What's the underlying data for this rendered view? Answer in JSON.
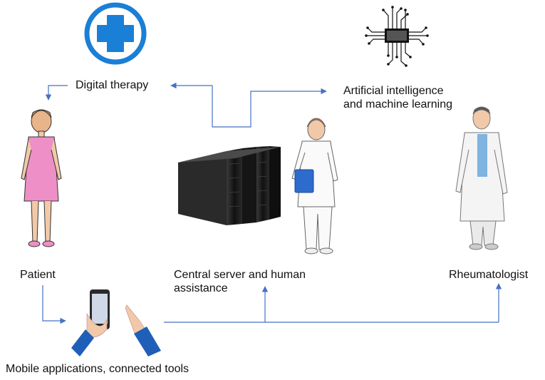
{
  "labels": {
    "digital_therapy": "Digital therapy",
    "ai_line1": "Artificial intelligence",
    "ai_line2": "and machine learning",
    "patient": "Patient",
    "server_line1": "Central server and human",
    "server_line2": "assistance",
    "rheumatologist": "Rheumatologist",
    "mobile": "Mobile applications, connected tools"
  },
  "colors": {
    "arrow": "#4472c4",
    "medical_cross": "#1a7fd6",
    "patient_dress": "#ee8fc7",
    "nurse_folder": "#2d6bcc",
    "sleeve": "#1f5fb8",
    "server": "#1c1c1c"
  },
  "icons": [
    "medical-cross-icon",
    "ai-chip-icon",
    "patient-figure",
    "server-rack-icon",
    "nurse-figure",
    "doctor-figure",
    "smartphone-hands-icon"
  ]
}
